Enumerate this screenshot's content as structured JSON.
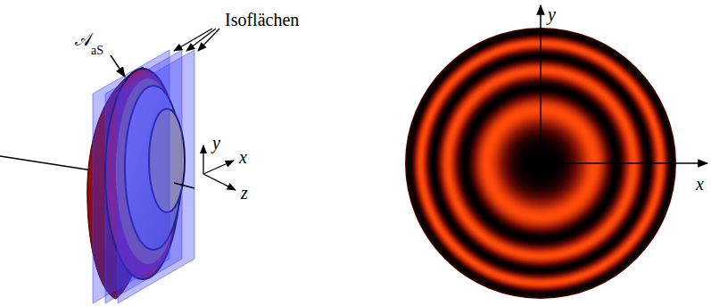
{
  "diagram": {
    "labels": [
      "𝒜",
      "aS",
      "Isoflächen",
      "y",
      "x",
      "z",
      "y",
      "x"
    ]
  }
}
